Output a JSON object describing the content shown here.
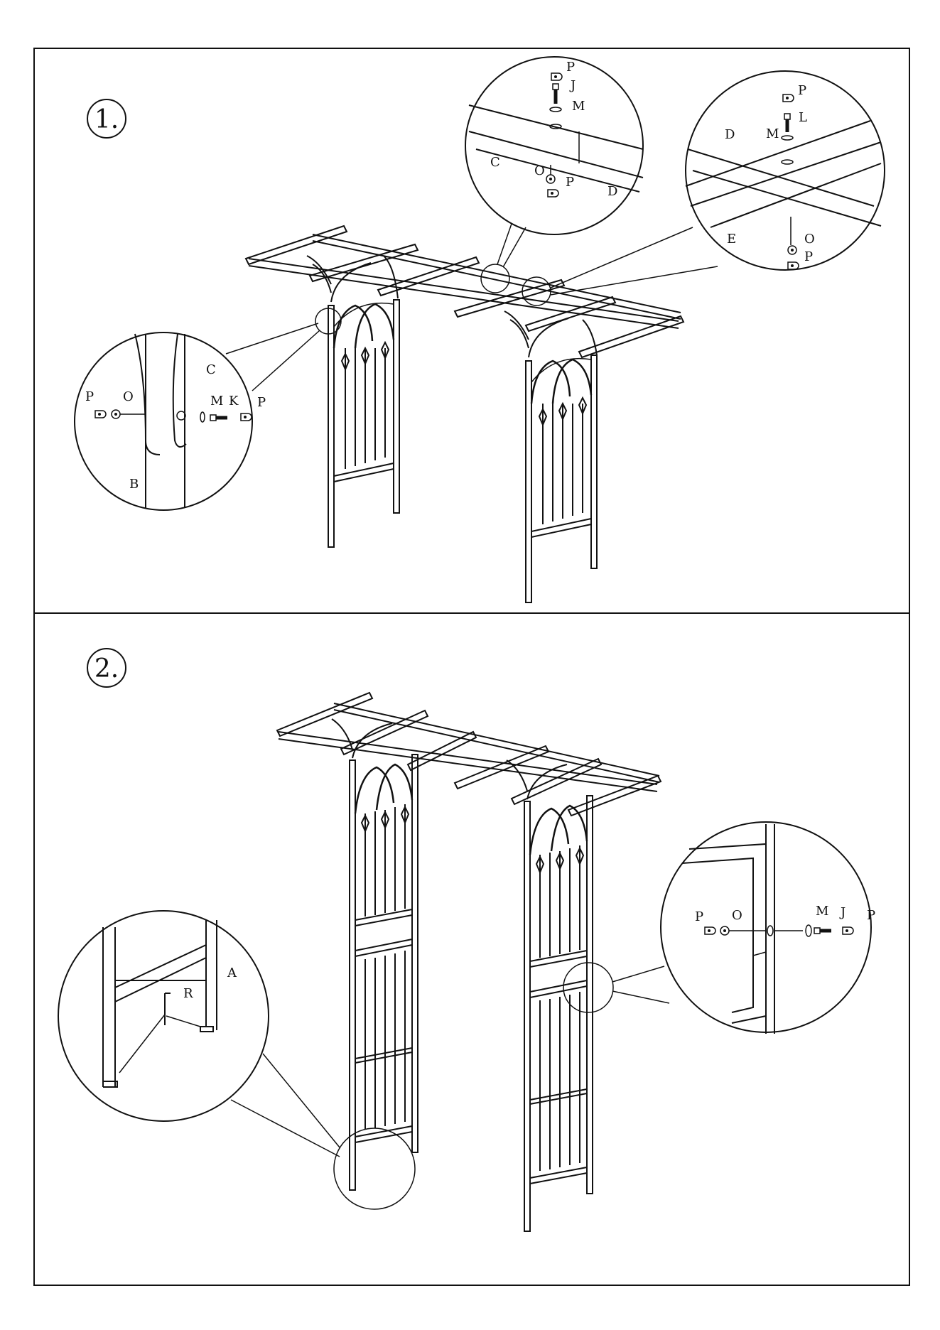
{
  "steps": [
    {
      "number": "1.",
      "callouts": {
        "bottom_left": [
          "P",
          "O",
          "C",
          "M",
          "K",
          "P",
          "B"
        ],
        "top_center": [
          "P",
          "J",
          "M",
          "C",
          "O",
          "P",
          "D"
        ],
        "top_right": [
          "P",
          "D",
          "L",
          "M",
          "E",
          "O",
          "P"
        ]
      }
    },
    {
      "number": "2.",
      "callouts": {
        "left": [
          "R",
          "A"
        ],
        "right": [
          "P",
          "O",
          "M",
          "J",
          "P"
        ]
      }
    }
  ],
  "colors": {
    "line": "#111111",
    "background": "#ffffff"
  }
}
